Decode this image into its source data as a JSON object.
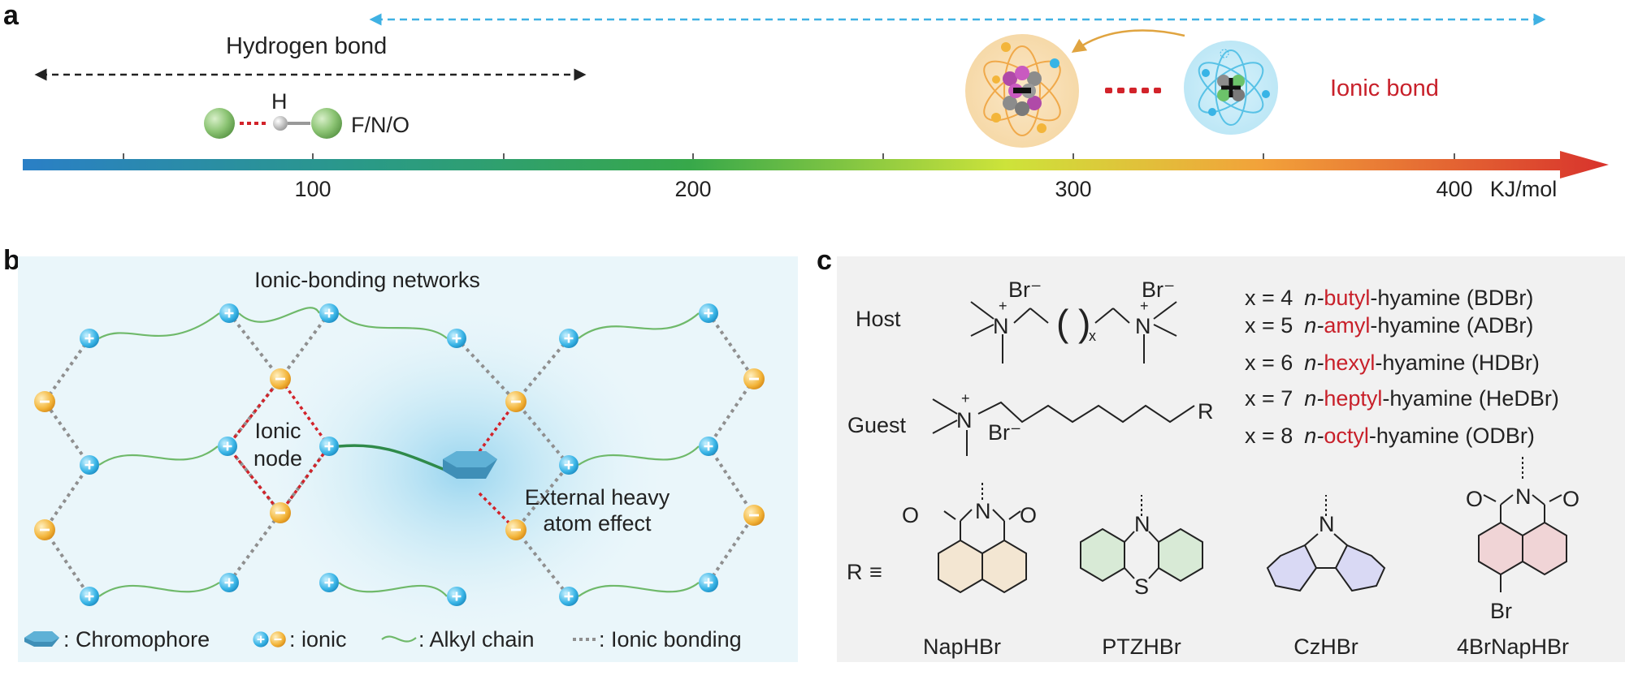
{
  "panel_a": {
    "label": "a",
    "hydrogen_bond_label": "Hydrogen bond",
    "h_atom_label": "H",
    "fno_label": "F/N/O",
    "ionic_bond_label": "Ionic bond",
    "axis_ticks": [
      "100",
      "200",
      "300",
      "400"
    ],
    "axis_unit": "KJ/mol",
    "colors": {
      "ionic_red": "#c8202a",
      "blue_arrow": "#3fb1e3"
    }
  },
  "panel_b": {
    "label": "b",
    "title": "Ionic-bonding networks",
    "ionic_node_label": "Ionic\nnode",
    "ionic_node_line1": "Ionic",
    "ionic_node_line2": "node",
    "heavy_atom_line1": "External heavy",
    "heavy_atom_line2": "atom effect",
    "legend": {
      "chromophore": ": Chromophore",
      "ionic": ": ionic",
      "alkyl_chain": ": Alkyl chain",
      "ionic_bonding": ": Ionic bonding"
    }
  },
  "panel_c": {
    "label": "c",
    "host_label": "Host",
    "guest_label": "Guest",
    "br_minus": "Br⁻",
    "n_plus": "N",
    "x_sub": "x",
    "r_label": "R",
    "r_equiv": "R ≡",
    "s_atom": "S",
    "o_atom": "O",
    "br_atom": "Br",
    "series": [
      {
        "x": "x = 4",
        "prefix": "n-",
        "chain": "butyl",
        "suffix": "-hyamine (BDBr)"
      },
      {
        "x": "x = 5",
        "prefix": "n-",
        "chain": "amyl",
        "suffix": "-hyamine (ADBr)"
      },
      {
        "x": "x = 6",
        "prefix": "n-",
        "chain": "hexyl",
        "suffix": "-hyamine (HDBr)"
      },
      {
        "x": "x = 7",
        "prefix": "n-",
        "chain": "heptyl",
        "suffix": "-hyamine (HeDBr)"
      },
      {
        "x": "x = 8",
        "prefix": "n-",
        "chain": "octyl",
        "suffix": "-hyamine (ODBr)"
      }
    ],
    "compounds": [
      "NapHBr",
      "PTZHBr",
      "CzHBr",
      "4BrNapHBr"
    ]
  }
}
